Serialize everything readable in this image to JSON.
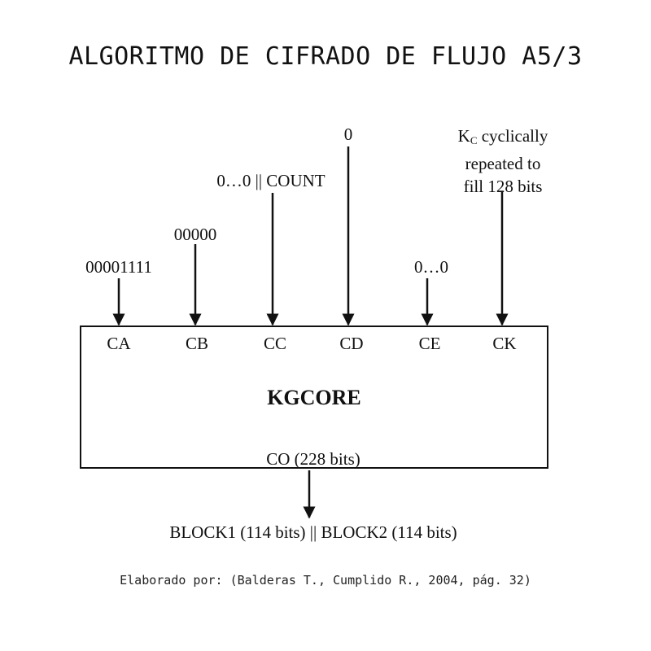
{
  "title": "ALGORITMO DE CIFRADO DE FLUJO A5/3",
  "inputs": [
    {
      "port": "CA",
      "value": "00001111"
    },
    {
      "port": "CB",
      "value": "00000"
    },
    {
      "port": "CC",
      "value": "0…0 || COUNT"
    },
    {
      "port": "CD",
      "value": "0"
    },
    {
      "port": "CE",
      "value": "0…0"
    }
  ],
  "key_input": {
    "port": "CK",
    "k": "K",
    "sub": "C",
    "line1_rest": " cyclically",
    "line2": "repeated to",
    "line3": "fill 128 bits"
  },
  "core": {
    "name": "KGCORE",
    "output_port": "CO (228 bits)"
  },
  "output": "BLOCK1 (114 bits) || BLOCK2 (114 bits)",
  "caption": "Elaborado por: (Balderas T., Cumplido R., 2004, pág. 32)"
}
